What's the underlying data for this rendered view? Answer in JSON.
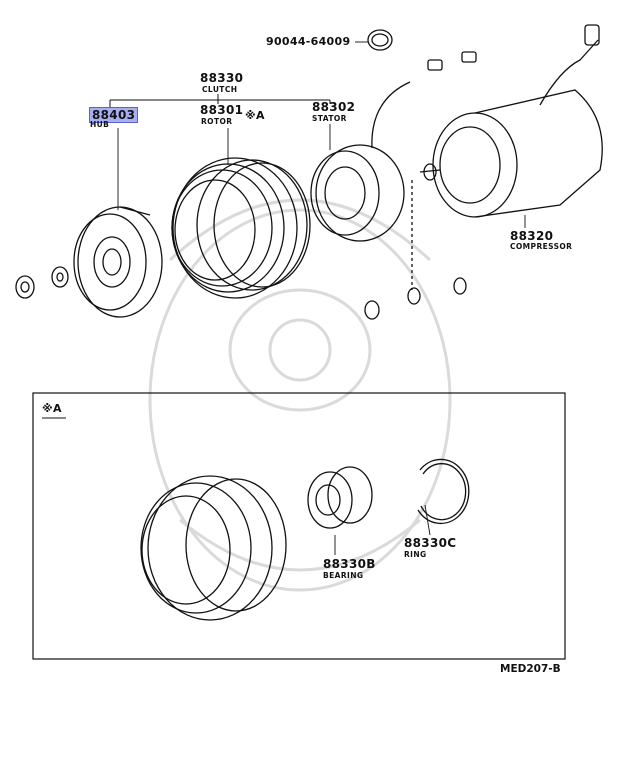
{
  "parts": {
    "clutch": {
      "number": "88330",
      "name": "CLUTCH"
    },
    "hub": {
      "number": "88403",
      "name": "HUB"
    },
    "rotor": {
      "number": "88301",
      "name": "ROTOR",
      "mark": "※A"
    },
    "stator": {
      "number": "88302",
      "name": "STATOR"
    },
    "compressor": {
      "number": "88320",
      "name": "COMPRESSOR"
    },
    "clamp": {
      "number": "90044-64009"
    },
    "bearing": {
      "number": "88330B",
      "name": "BEARING"
    },
    "ring": {
      "number": "88330C",
      "name": "RING"
    }
  },
  "detail_box": {
    "label": "※A"
  },
  "diagram_code": "MED207-B",
  "colors": {
    "highlight": "#a9aef0",
    "highlight_border": "#5c63c8"
  }
}
